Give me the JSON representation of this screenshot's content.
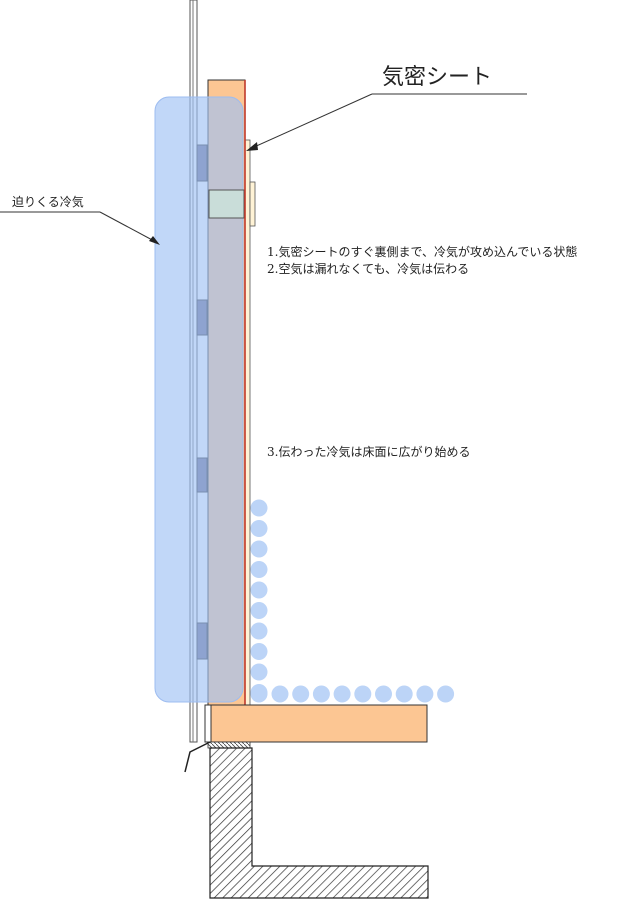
{
  "diagram": {
    "title": "気密シート",
    "side_label": "迫りくる冷気",
    "notes": [
      "1.気密シートのすぐ裏側まで、冷気が攻め込んでいる状態",
      "2.空気は漏れなくても、冷気は伝わる",
      "3.伝わった冷気は床面に広がり始める"
    ],
    "colors": {
      "cold_zone": "#bcd4f7",
      "cold_zone_border": "#9dbcf0",
      "cold_dots": "#bcd4f7",
      "wood": "#fcc693",
      "wall_overlay": "#c6aea6",
      "sheet_line": "#c0392b",
      "hatch": "#333333"
    }
  }
}
